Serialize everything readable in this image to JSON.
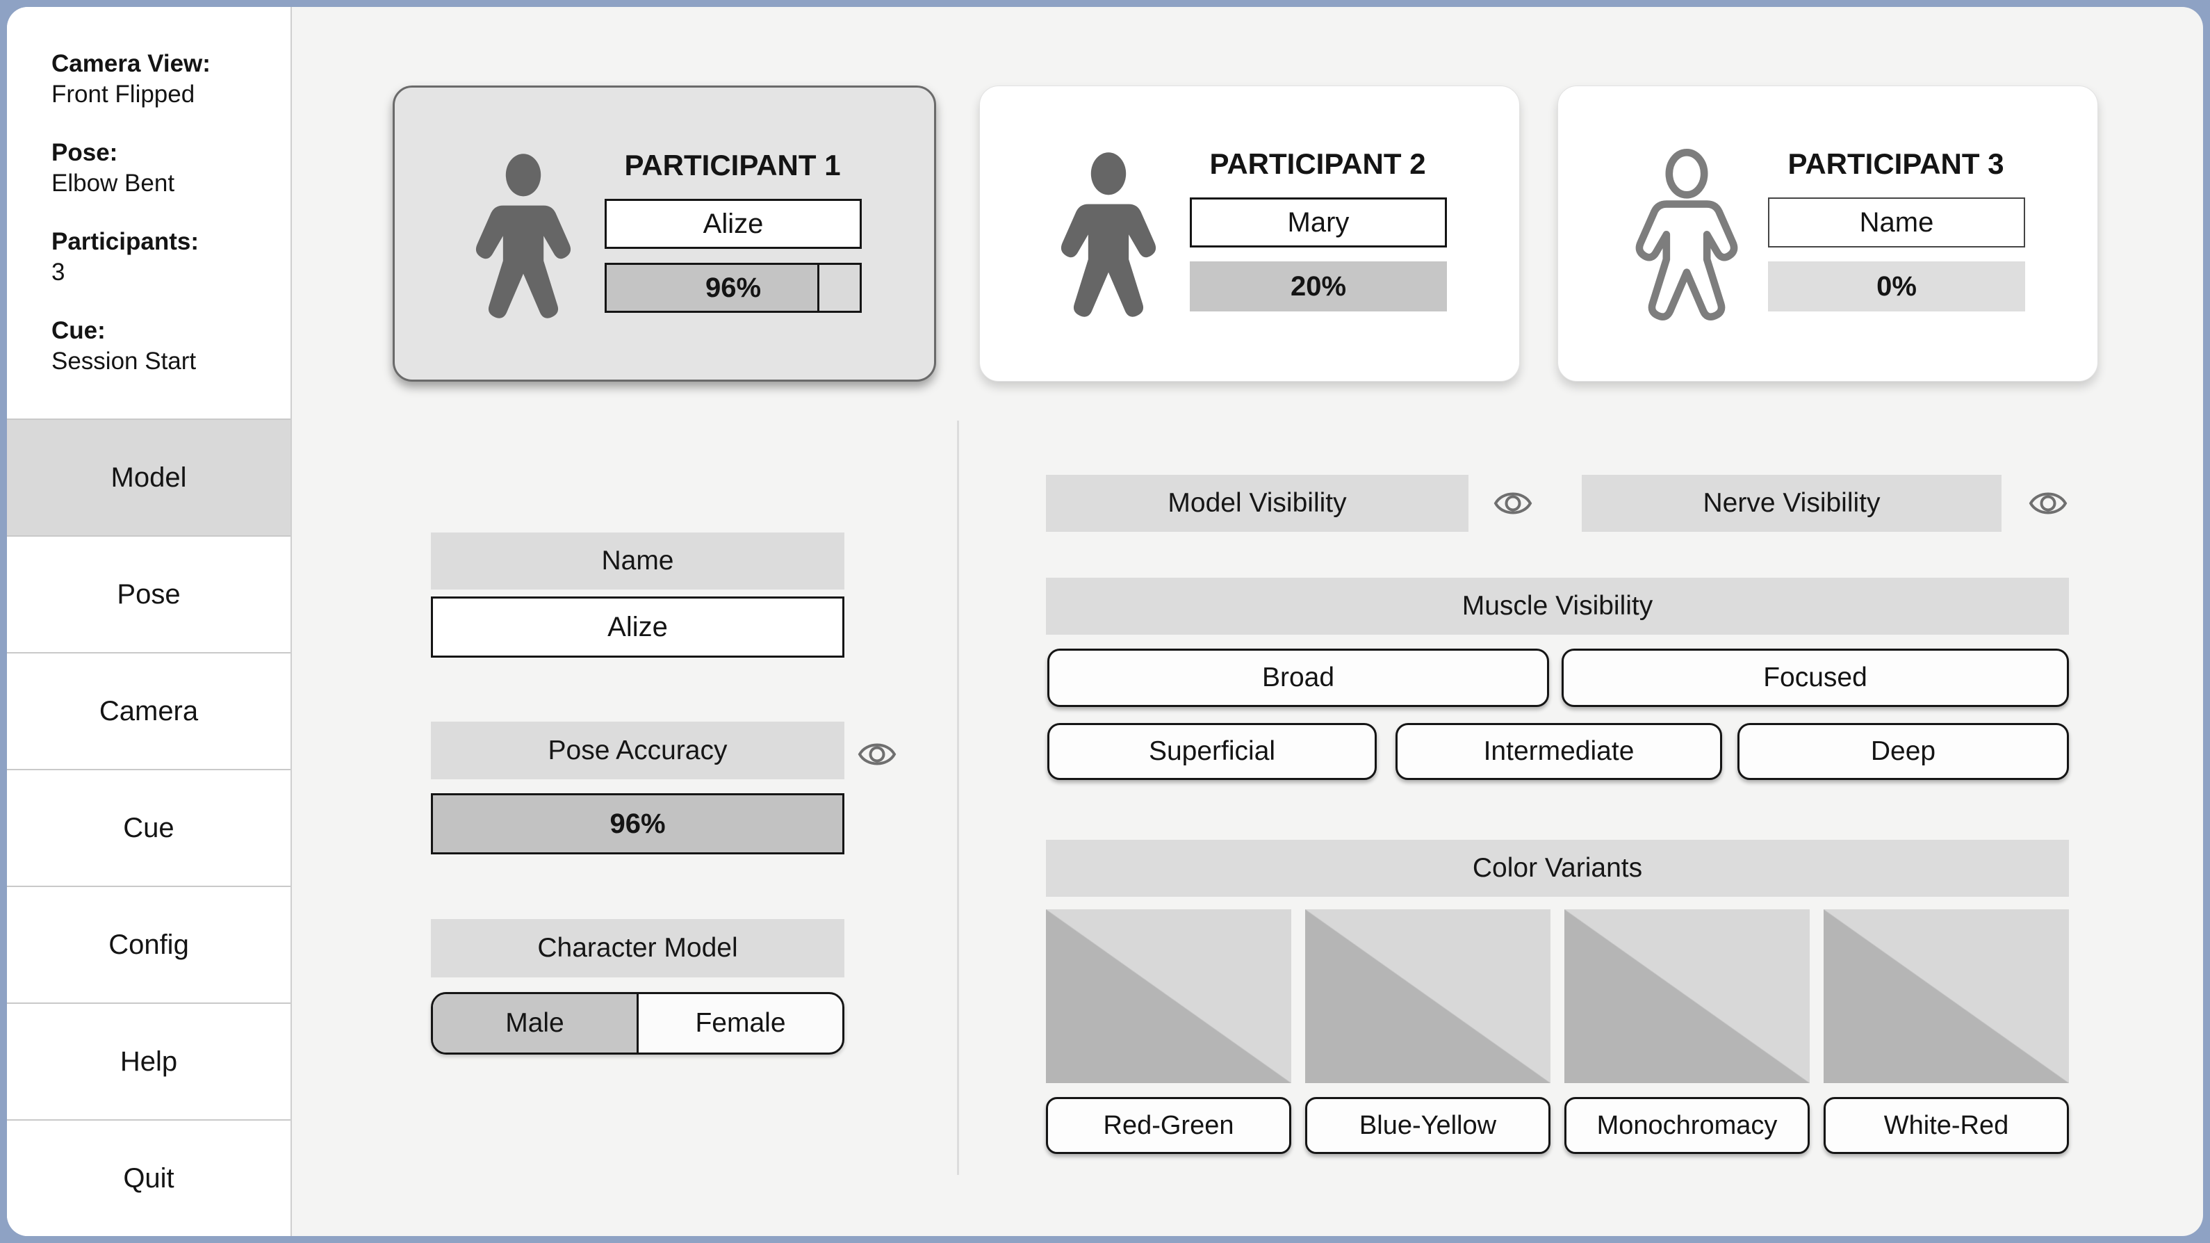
{
  "sidebar": {
    "info": [
      {
        "label": "Camera View:",
        "value": "Front Flipped"
      },
      {
        "label": "Pose:",
        "value": "Elbow Bent"
      },
      {
        "label": "Participants:",
        "value": "3"
      },
      {
        "label": "Cue:",
        "value": "Session Start"
      }
    ],
    "menu": [
      {
        "label": "Model",
        "selected": true
      },
      {
        "label": "Pose",
        "selected": false
      },
      {
        "label": "Camera",
        "selected": false
      },
      {
        "label": "Cue",
        "selected": false
      },
      {
        "label": "Config",
        "selected": false
      },
      {
        "label": "Help",
        "selected": false
      },
      {
        "label": "Quit",
        "selected": false
      }
    ]
  },
  "participants": [
    {
      "title": "PARTICIPANT 1",
      "name": "Alize",
      "progress": "96%",
      "fill_percent": 84,
      "selected": true,
      "icon": "person-filled"
    },
    {
      "title": "PARTICIPANT 2",
      "name": "Mary",
      "progress": "20%",
      "fill_percent": 100,
      "selected": false,
      "icon": "person-filled"
    },
    {
      "title": "PARTICIPANT 3",
      "name": "Name",
      "progress": "0%",
      "fill_percent": 100,
      "selected": false,
      "icon": "person-outline"
    }
  ],
  "model_panel": {
    "name_label": "Name",
    "name_value": "Alize",
    "pose_accuracy_label": "Pose Accuracy",
    "pose_accuracy_value": "96%",
    "character_model_label": "Character Model",
    "gender_options": [
      "Male",
      "Female"
    ],
    "selected_gender": "Male"
  },
  "visibility_panel": {
    "model_visibility_label": "Model Visibility",
    "nerve_visibility_label": "Nerve Visibility",
    "muscle_visibility_label": "Muscle Visibility",
    "muscle_modes": [
      "Broad",
      "Focused"
    ],
    "muscle_layers": [
      "Superficial",
      "Intermediate",
      "Deep"
    ],
    "color_variants_label": "Color Variants",
    "variants": [
      "Red-Green",
      "Blue-Yellow",
      "Monochromacy",
      "White-Red"
    ]
  },
  "icons": {
    "participant_filled": "person-filled",
    "participant_outline": "person-outline",
    "visibility_toggle": "eye"
  },
  "colors": {
    "frame": "#8ea2c4",
    "main-bg": "#f4f4f3",
    "sidebar-bg": "#ffffff",
    "label-bg": "#dcdcdc",
    "selected-bg": "#d9d9d9",
    "menu-border": "#c9c9c9",
    "card-selected-bg": "#e4e4e4",
    "card-border": "#6a6a6a",
    "fill-dark": "#c4c4c4",
    "fill-medium": "#c6c6c6",
    "fill-light": "#dedede",
    "track-light": "#dadada",
    "pose-fill": "#c2c2c2",
    "swatch-dark": "#b5b5b5",
    "swatch-light": "#d8d8d8",
    "icon-fill": "#666666",
    "icon-outline": "#7d7d7d",
    "eye-stroke": "#6f6f6f",
    "divider": "#dcdcdc"
  }
}
